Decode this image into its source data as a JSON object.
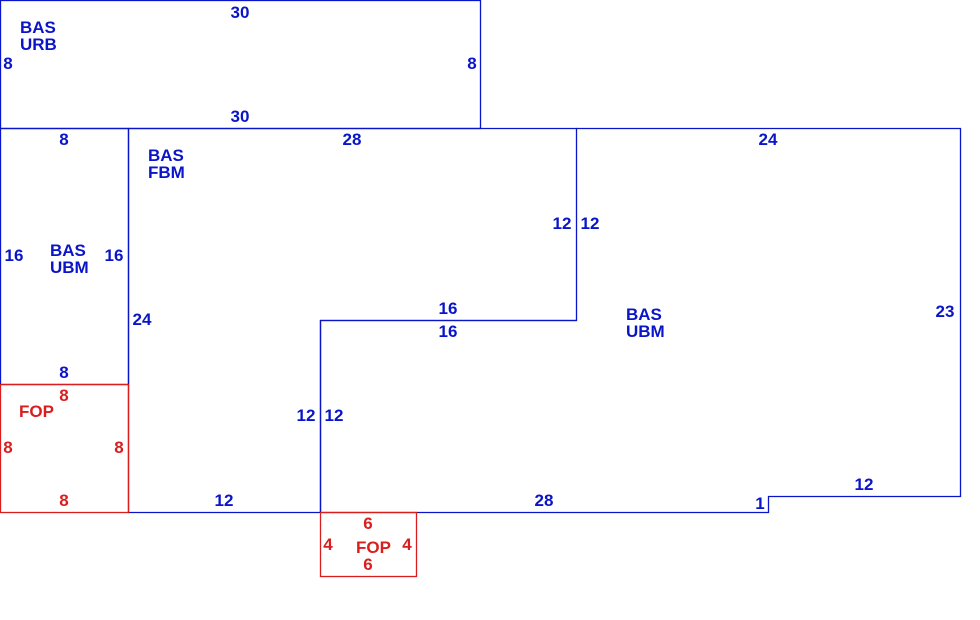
{
  "colors": {
    "blue": "#0a14c8",
    "red": "#d81e1e"
  },
  "areas": {
    "top": {
      "line1": "BAS",
      "line2": "URB"
    },
    "left": {
      "line1": "BAS",
      "line2": "UBM"
    },
    "middle": {
      "line1": "BAS",
      "line2": "FBM"
    },
    "right": {
      "line1": "BAS",
      "line2": "UBM"
    },
    "porch_left": {
      "label": "FOP"
    },
    "porch_bottom": {
      "label": "FOP"
    }
  },
  "dims": {
    "top_top": "30",
    "top_left": "8",
    "top_right": "8",
    "top_bottom": "30",
    "left_top": "8",
    "left_left": "16",
    "left_right": "16",
    "left_bottom": "8",
    "mid_top": "28",
    "mid_left": "24",
    "mid_bottom": "12",
    "mid_inner_vert": "12",
    "mid_step_top": "16",
    "mid_lower_vert": "12",
    "right_top": "24",
    "right_upper_vert": "12",
    "right_step": "16",
    "right_lower_vert": "12",
    "right_right": "23",
    "right_bottom": "28",
    "right_jog": "1",
    "right_bottom_right": "12",
    "porchL_top": "8",
    "porchL_left": "8",
    "porchL_right": "8",
    "porchL_bottom": "8",
    "porchB_top": "6",
    "porchB_left": "4",
    "porchB_right": "4",
    "porchB_bottom": "6"
  }
}
